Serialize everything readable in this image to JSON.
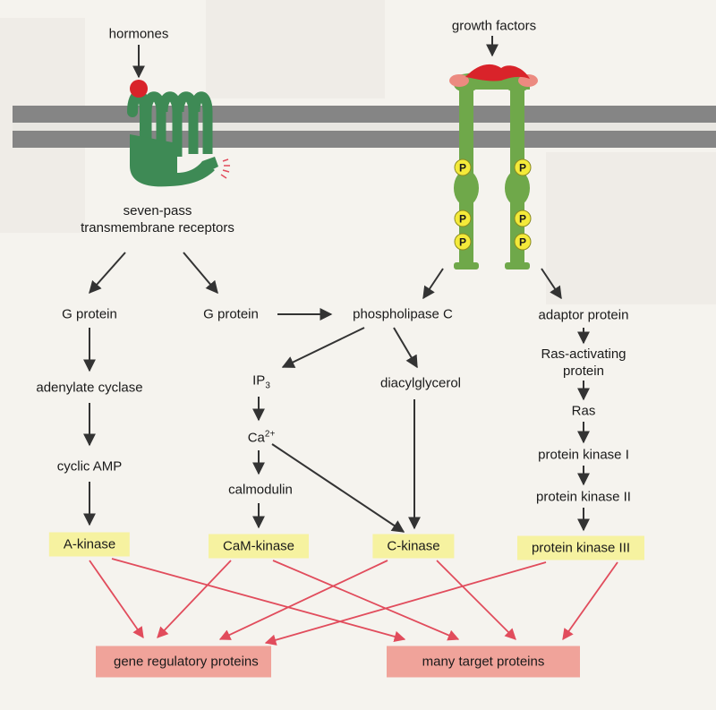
{
  "labels": {
    "hormones": "hormones",
    "growth_factors": "growth factors",
    "seven_pass_line1": "seven-pass",
    "seven_pass_line2": "transmembrane receptors",
    "g_protein_left": "G protein",
    "g_protein_mid": "G protein",
    "phospholipase_c": "phospholipase C",
    "adaptor_protein": "adaptor protein",
    "adenylate_cyclase": "adenylate cyclase",
    "ip3_base": "IP",
    "ip3_sub": "3",
    "diacylglycerol": "diacylglycerol",
    "ras_activating_line1": "Ras-activating",
    "ras_activating_line2": "protein",
    "ras": "Ras",
    "ca_base": "Ca",
    "ca_sup": "2+",
    "cyclic_amp": "cyclic AMP",
    "protein_kinase_1": "protein kinase I",
    "calmodulin": "calmodulin",
    "protein_kinase_2": "protein kinase II"
  },
  "kinases": {
    "a_kinase": "A-kinase",
    "cam_kinase": "CaM-kinase",
    "c_kinase": "C-kinase",
    "protein_kinase_3": "protein kinase III"
  },
  "targets": {
    "gene_regulatory": "gene regulatory proteins",
    "many_targets": "many target proteins"
  },
  "phospho_mark": "P",
  "colors": {
    "membrane": "#858585",
    "receptor_green": "#3e8a55",
    "rtk_green": "#6fa84a",
    "ligand_red": "#d9232a",
    "phosphate_yellow": "#f4ea3a",
    "kinase_box": "#f6f2a0",
    "target_box": "#f0a39a",
    "red_arrow": "#e14c5c",
    "black_arrow": "#333333"
  }
}
